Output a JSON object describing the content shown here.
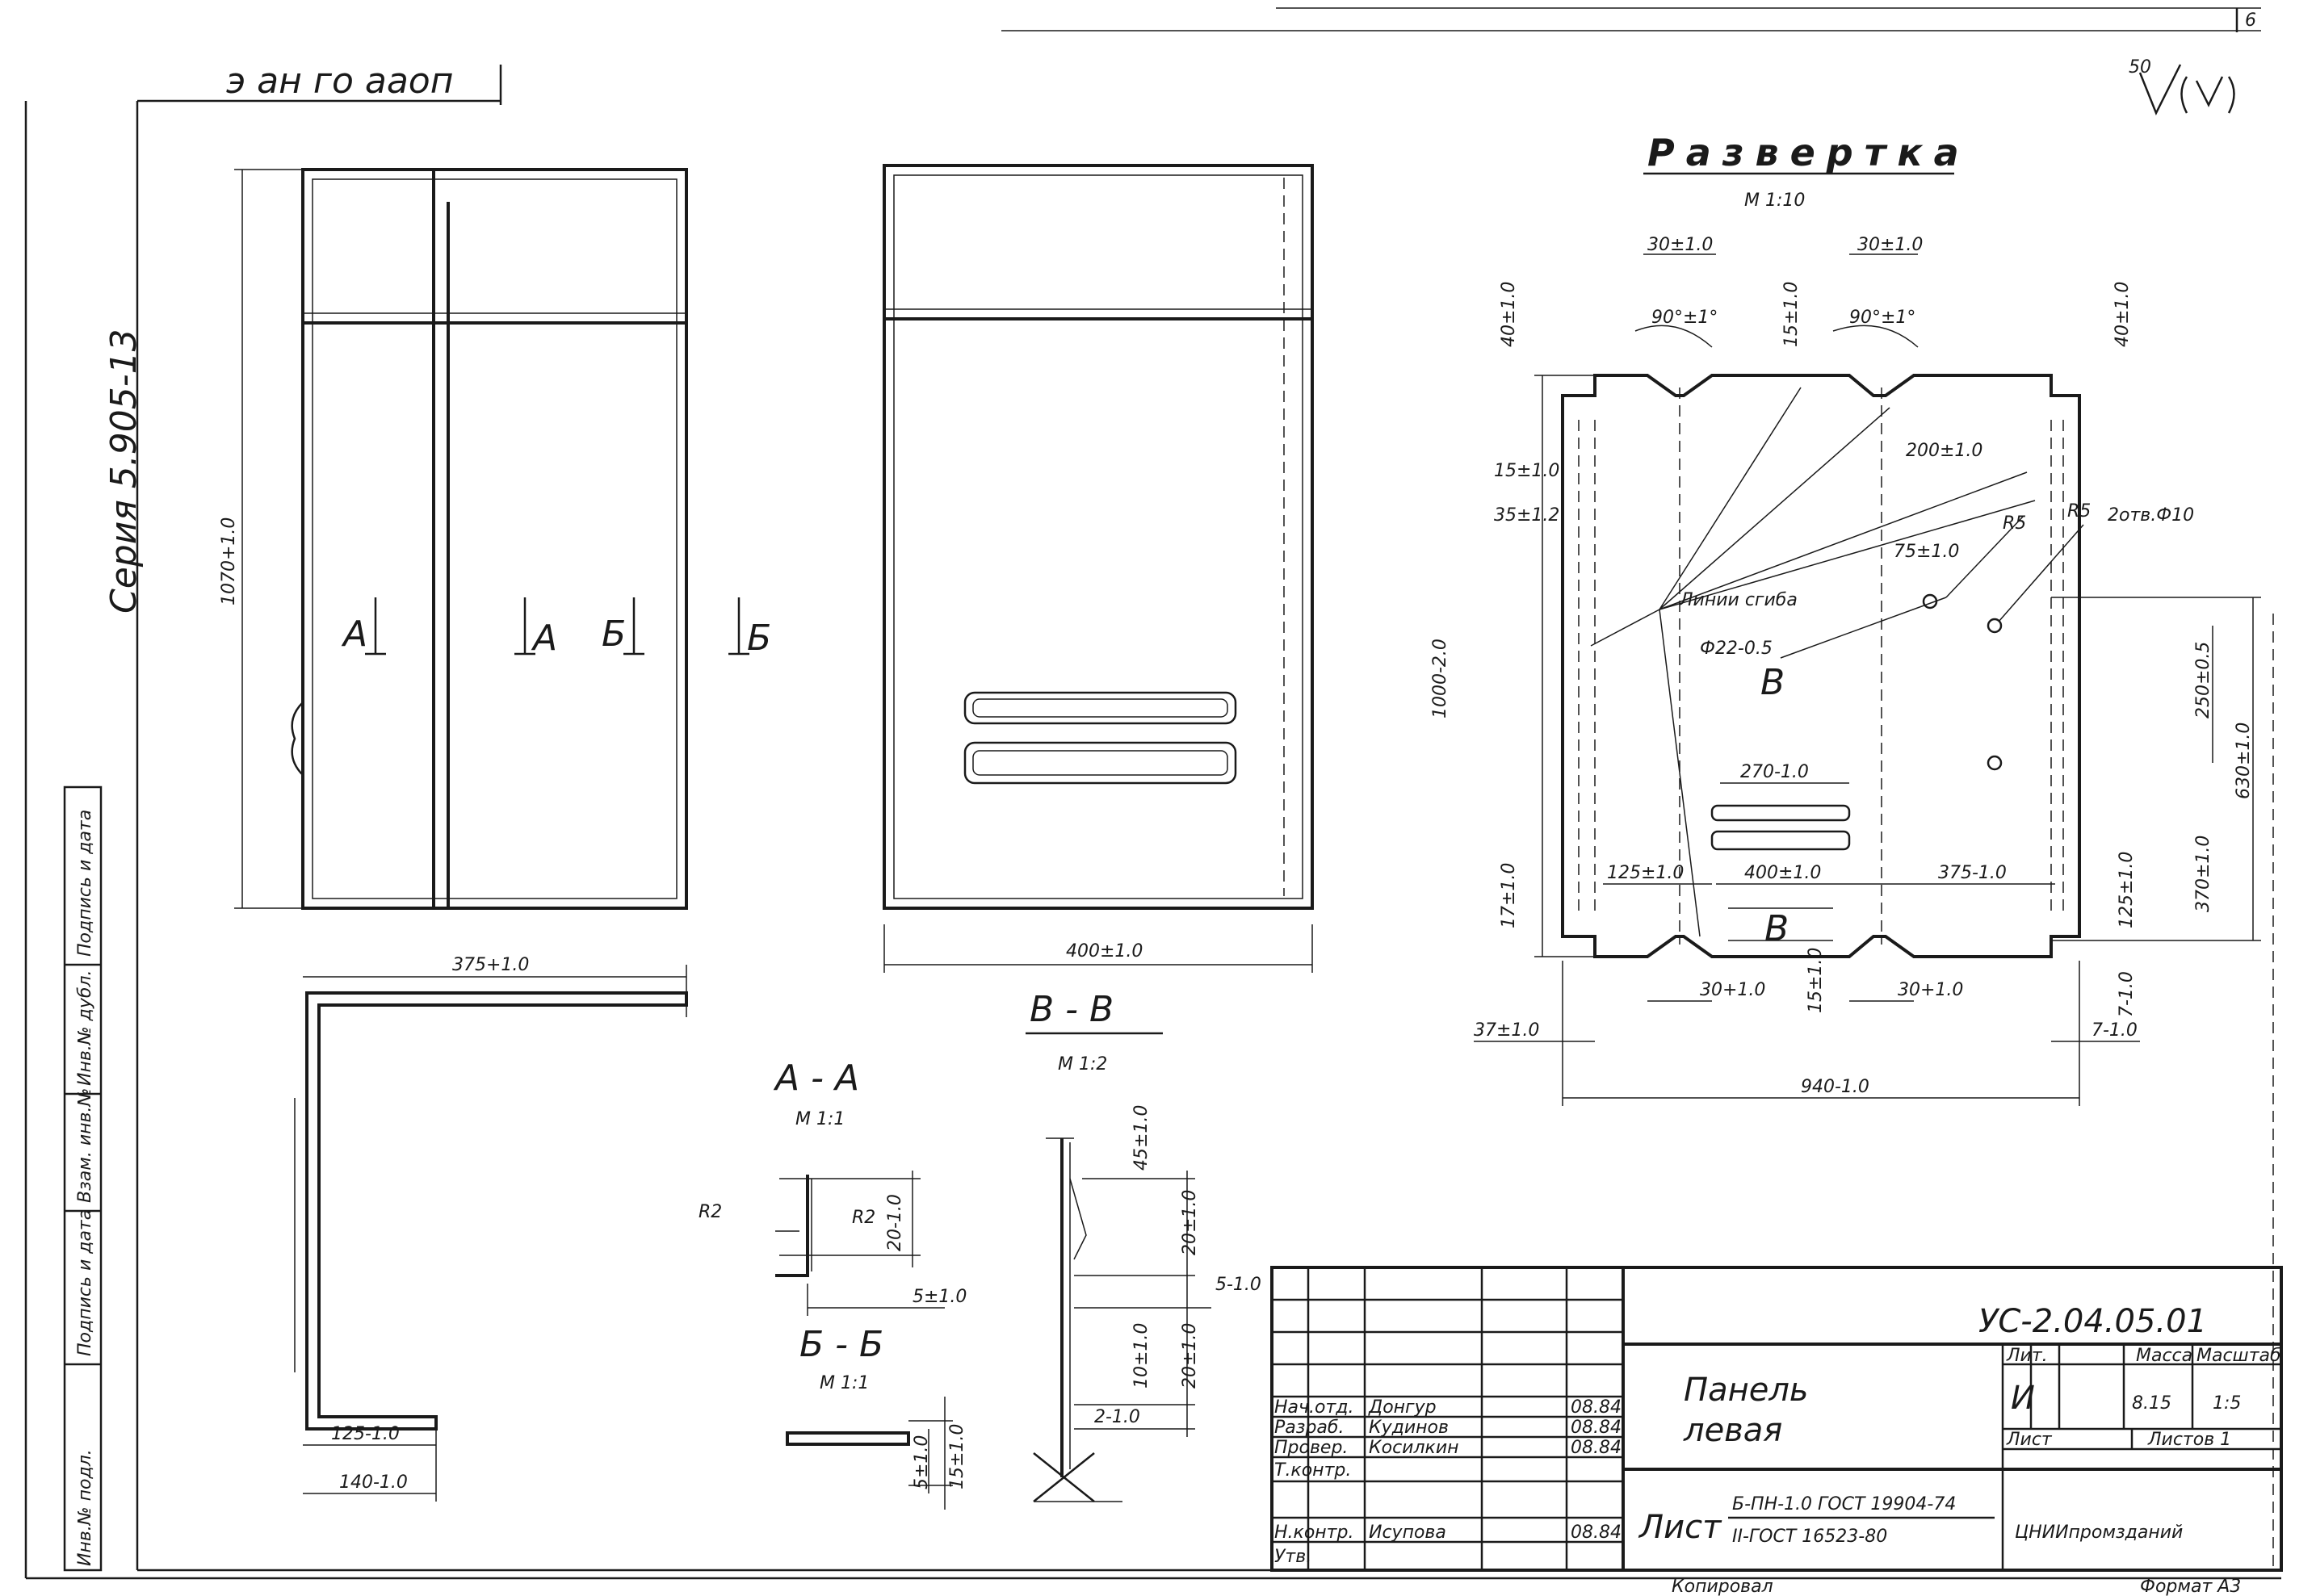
{
  "sheet": {
    "page_number": "6",
    "top_fragment": "э ан го ааоп",
    "roughness": "50",
    "series": "Серия 5.905-13"
  },
  "views": {
    "front": {
      "height_dim": "1070+1.0",
      "section_a_left": "А",
      "section_a_right": "А",
      "section_b_left": "Б",
      "section_b_right": "Б"
    },
    "side": {
      "width_dim": "400±1.0"
    },
    "bottom": {
      "width_dim": "375+1.0",
      "dim_125": "125-1.0",
      "dim_140": "140-1.0"
    }
  },
  "development": {
    "title": "Развертка",
    "scale": "М 1:10",
    "dims": {
      "top_left_30": "30±1.0",
      "top_right_30": "30±1.0",
      "angle_left": "90°±1°",
      "angle_right": "90°±1°",
      "left_40": "40±1.0",
      "mid_15": "15±1.0",
      "right_40": "40±1.0",
      "left_15": "15±1.0",
      "left_35": "35±1.2",
      "overall_height": "1000-2.0",
      "dim_200": "200±1.0",
      "dim_75": "75±1.0",
      "r25": "R5",
      "r5": "R5",
      "holes": "2отв.Ф10",
      "bend_lines": "Линии сгиба",
      "phi22": "Ф22-0.5",
      "dim_250": "250±0.5",
      "dim_630": "630±1.0",
      "dim_270": "270-1.0",
      "dim_125_left": "125±1.0",
      "dim_400": "400±1.0",
      "dim_375": "375-1.0",
      "dim_370": "370±1.0",
      "dim_125_right": "125±1.0",
      "left_17": "17±1.0",
      "bottom_30_left": "30+1.0",
      "bottom_15": "15±1.0",
      "bottom_30_right": "30+1.0",
      "right_7": "7-1.0",
      "right_7b": "7-1.0",
      "left_37": "37±1.0",
      "overall_width": "940-1.0",
      "section_mark_top": "В",
      "section_mark_bottom": "В"
    }
  },
  "sections": {
    "aa": {
      "title": "А - А",
      "scale": "М 1:1",
      "r_outer": "R2",
      "r_inner": "R2",
      "h": "20-1.0",
      "w": "5±1.0"
    },
    "bb": {
      "title": "Б - Б",
      "scale": "М 1:1",
      "h1": "5±1.0",
      "h2": "15±1.0"
    },
    "vv": {
      "title": "В - В",
      "scale": "М 1:2",
      "d1": "45±1.0",
      "d2": "20±1.0",
      "d3": "5-1.0",
      "d4": "10±1.0",
      "d5": "20±1.0",
      "d6": "2-1.0"
    }
  },
  "title_block": {
    "doc_code": "УС-2.04.05.01",
    "name_line1": "Панель",
    "name_line2": "левая",
    "col_litera": "Лит.",
    "col_mass": "Масса",
    "col_scale": "Масштаб",
    "litera": "И",
    "mass": "8.15",
    "scale": "1:5",
    "sheet_label": "Лист",
    "sheets_total": "Листов 1",
    "roles": [
      {
        "role": "Нач.отд.",
        "name": "Донгур",
        "date": "08.84"
      },
      {
        "role": "Разраб.",
        "name": "Кудинов",
        "date": "08.84"
      },
      {
        "role": "Провер.",
        "name": "Косилкин",
        "date": "08.84"
      },
      {
        "role": "Т.контр.",
        "name": "",
        "date": ""
      },
      {
        "role": "Н.контр.",
        "name": "Исупова",
        "date": "08.84"
      },
      {
        "role": "Утв.",
        "name": "",
        "date": ""
      }
    ],
    "material_prefix": "Лист",
    "material_line1": "Б-ПН-1.0 ГОСТ 19904-74",
    "material_line2": "II-ГОСТ 16523-80",
    "organization": "ЦНИИпромзданий",
    "copied": "Копировал",
    "format": "Формат А3"
  },
  "left_stamp": {
    "labels": [
      "Инв.№ подл.",
      "Подпись и дата",
      "Взам. инв.№",
      "Инв.№ дубл.",
      "Подпись и дата"
    ]
  }
}
